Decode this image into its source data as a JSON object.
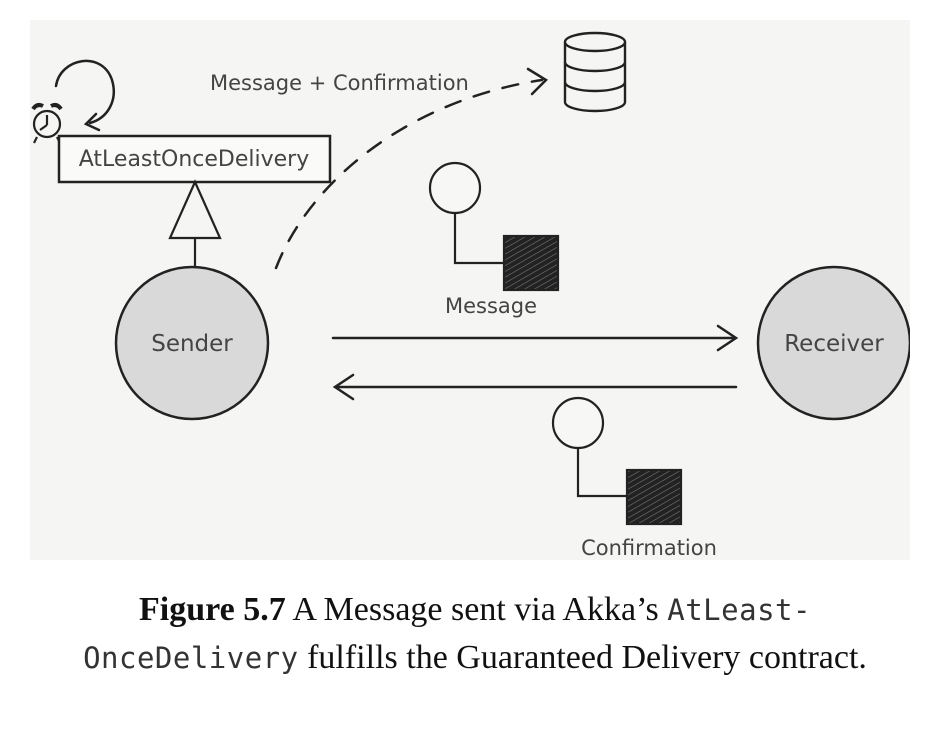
{
  "diagram": {
    "labels": {
      "sender": "Sender",
      "receiver": "Receiver",
      "at_least_once_delivery": "AtLeastOnceDelivery",
      "message_plus_confirmation": "Message + Confirmation",
      "message": "Message",
      "confirmation": "Confirmation"
    },
    "icons": [
      "alarm-clock-icon",
      "database-icon",
      "message-token-icon",
      "confirmation-token-icon"
    ]
  },
  "caption": {
    "figure_label": "Figure 5.7",
    "text_before": " A Message sent via Akka’s ",
    "code_part1": "AtLeast-",
    "code_part2": "OnceDelivery",
    "text_after": " fulfills the Guaranteed Delivery contract."
  }
}
